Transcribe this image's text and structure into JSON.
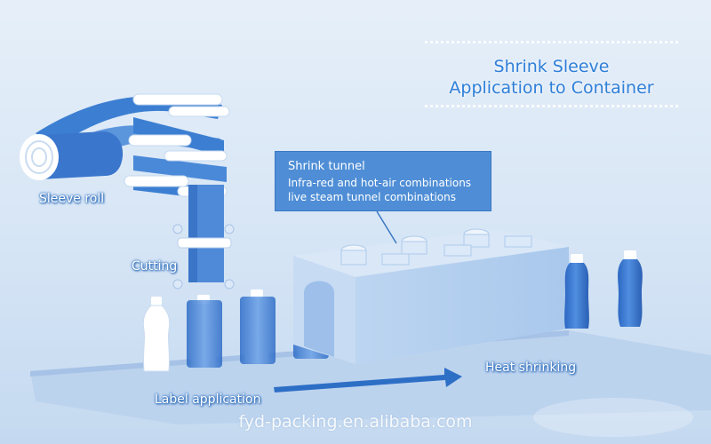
{
  "title": {
    "line1": "Shrink Sleeve",
    "line2": "Application to Container"
  },
  "callout": {
    "title": "Shrink tunnel",
    "line1": "Infra-red and hot-air combinations",
    "line2": "live steam tunnel combinations"
  },
  "stages": {
    "sleeve_roll": "Sleeve roll",
    "cutting": "Cutting",
    "label_application": "Label application",
    "heat_shrinking": "Heat shrinking"
  },
  "watermark": "fyd-packing.en.alibaba.com",
  "colors": {
    "background": "#dbe8f6",
    "accent_blue": "#2f7fd8",
    "film_blue": "#3c7fd2",
    "callout_blue": "#4f8ed6",
    "arrow_blue": "#2e6fc6"
  }
}
